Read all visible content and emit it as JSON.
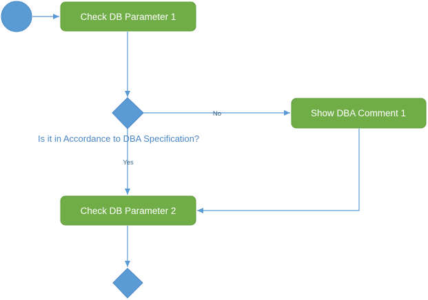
{
  "diagram": {
    "colors": {
      "action_fill": "#70ad47",
      "action_stroke": "#5e9a3a",
      "node_blue": "#5b9bd5",
      "node_blue_stroke": "#4a86c5",
      "connector": "#5b9bd5",
      "label_text": "#4a86c5",
      "edge_text": "#2e5f8a"
    },
    "nodes": {
      "step1": {
        "label": "Check DB Parameter 1"
      },
      "comment": {
        "label": "Show DBA Comment 1"
      },
      "step2": {
        "label": "Check DB Parameter 2"
      },
      "decision1": {
        "label": "Is it in Accordance to DBA Specification?"
      }
    },
    "edges": {
      "no_label": "No",
      "yes_label": "Yes"
    }
  }
}
